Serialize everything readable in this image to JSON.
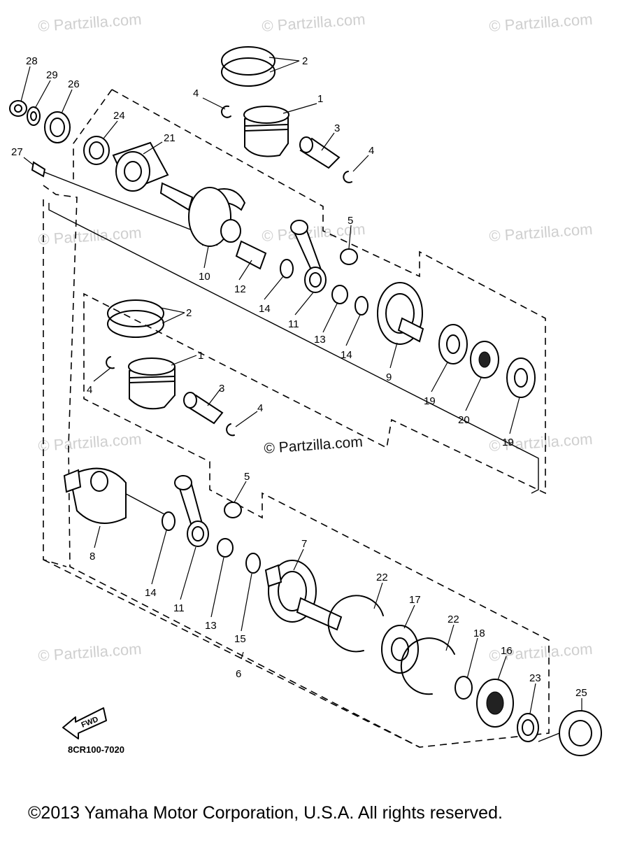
{
  "watermarks": [
    "© Partzilla.com",
    "© Partzilla.com",
    "© Partzilla.com",
    "© Partzilla.com",
    "© Partzilla.com",
    "© Partzilla.com",
    "© Partzilla.com",
    "© Partzilla.com",
    "© Partzilla.com",
    "© Partzilla.com"
  ],
  "center_watermark": "© Partzilla.com",
  "callouts": [
    "28",
    "29",
    "26",
    "24",
    "21",
    "27",
    "4",
    "2",
    "1",
    "3",
    "4",
    "10",
    "12",
    "14",
    "11",
    "5",
    "13",
    "14",
    "9",
    "19",
    "20",
    "19",
    "2",
    "1",
    "4",
    "3",
    "4",
    "5",
    "8",
    "14",
    "11",
    "13",
    "15",
    "7",
    "22",
    "17",
    "22",
    "18",
    "16",
    "23",
    "25",
    "6"
  ],
  "fwd_label": "FWD",
  "diagram_code": "8CR100-7020",
  "copyright": "©2013 Yamaha Motor Corporation, U.S.A. All rights reserved."
}
